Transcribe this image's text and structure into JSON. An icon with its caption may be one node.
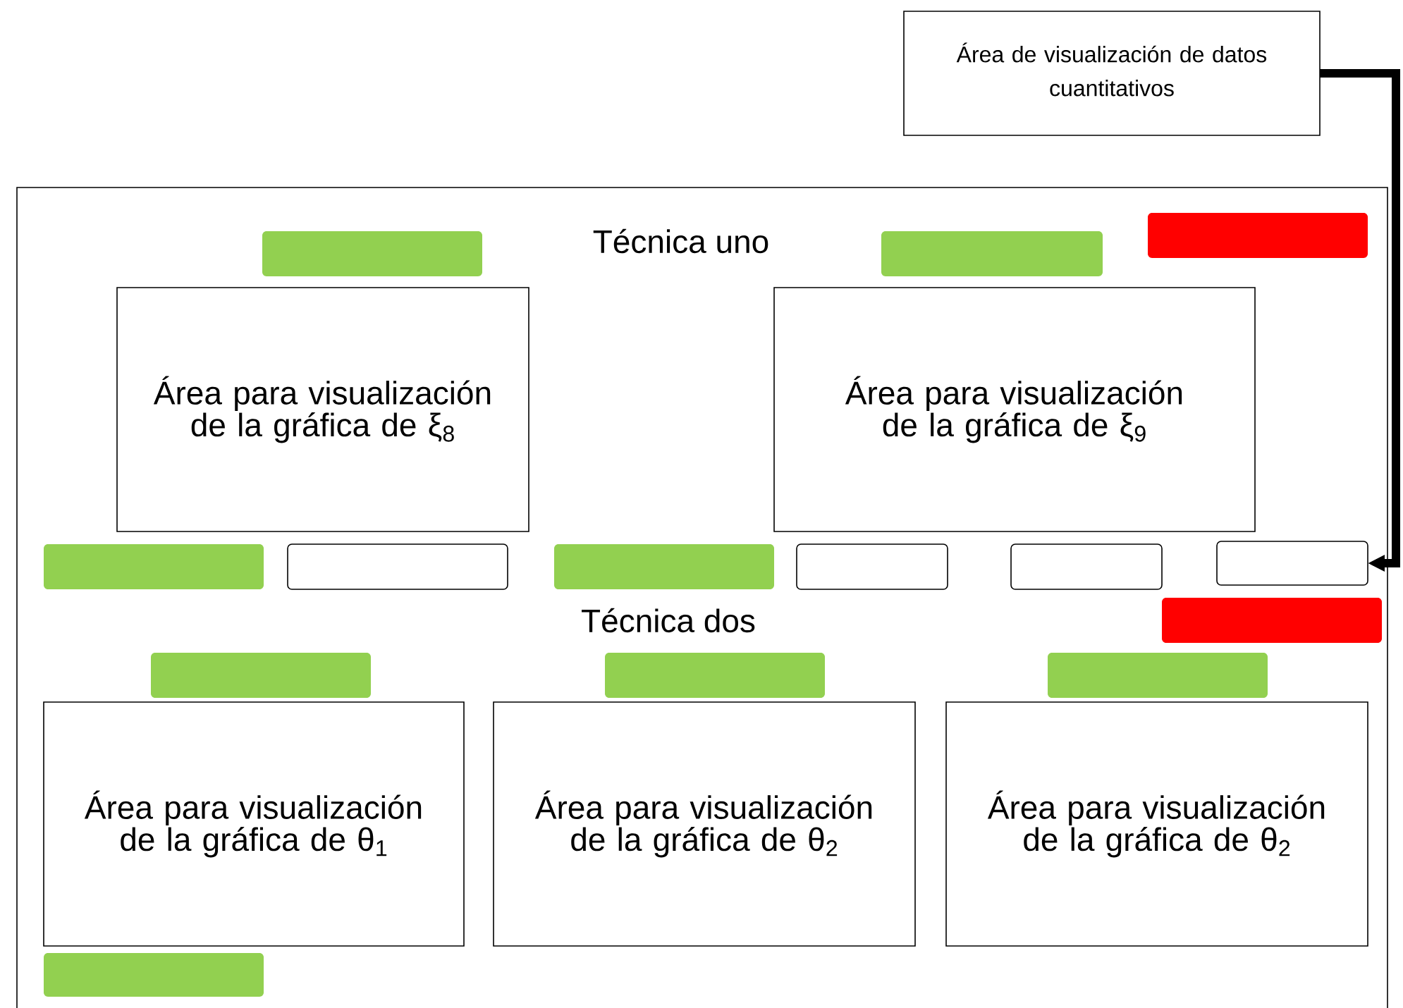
{
  "diagram": {
    "nodes": [
      {
        "text": [
          "Área de visualización de datos cuantitativos"
        ]
      },
      {
        "text": [],
        "shape": "box"
      },
      {
        "text": [],
        "shape": "bar",
        "in": 1
      },
      {
        "text": [],
        "shape": "bar",
        "in": 1
      },
      {
        "text": [],
        "shape": "bar",
        "in": 1
      },
      {
        "text": [
          "Área para visualización de la gráfica de ξ$_{8}$"
        ],
        "in": 1
      },
      {
        "text": [
          "Área para visualización de la gráfica de ξ$_{9}$"
        ],
        "in": 1
      },
      {
        "text": [],
        "shape": "bar",
        "in": 1
      },
      {
        "text": [],
        "shape": "box",
        "in": 1
      },
      {
        "text": [],
        "shape": "bar",
        "in": 1
      },
      {
        "text": [],
        "shape": "box",
        "in": 1
      },
      {
        "text": [],
        "shape": "box",
        "in": 1
      },
      {
        "text": [],
        "shape": "box",
        "in": 1
      },
      {
        "text": [],
        "shape": "bar",
        "in": 1
      },
      {
        "text": [],
        "shape": "bar",
        "in": 1
      },
      {
        "text": [],
        "shape": "bar",
        "in": 1
      },
      {
        "text": [],
        "shape": "bar",
        "in": 1
      },
      {
        "text": [
          "Área para visualización de la gráfica de θ$_{1}$"
        ],
        "in": 1
      },
      {
        "text": [
          "Área para visualización de la gráfica de θ$_{2}$"
        ],
        "in": 1
      },
      {
        "text": [
          "Área para visualización de la gráfica de θ$_{2}$"
        ],
        "in": 1
      },
      {
        "text": [],
        "shape": "bar",
        "in": 1
      }
    ],
    "edges": [
      {
        "from": 0,
        "to": 12,
        "arrow": "to"
      }
    ],
    "labels": [
      "Técnica uno",
      "Técnica dos"
    ]
  }
}
